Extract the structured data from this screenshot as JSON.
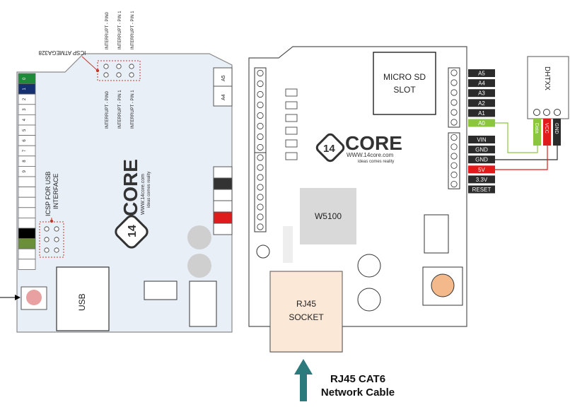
{
  "left_board": {
    "pin_numbers": [
      "0",
      "1",
      "2",
      "3",
      "4",
      "5",
      "6",
      "7",
      "8",
      "9"
    ],
    "pin_colors": {
      "pin0": "#1e8a3a",
      "pin1": "#14306e",
      "black": "#000000",
      "olive": "#6b8e3a"
    },
    "icsp_atmega_label": "ICSP ATMEGA328",
    "interrupt_top": [
      "INTERRUPT - PIN0",
      "INTERRUPT - PIN 1",
      "INTERRUPT - PIN 1"
    ],
    "interrupt_bottom": [
      "INTERRUPT - PIN0",
      "INTERRUPT - PIN 1",
      "INTERRUPT - PIN 1"
    ],
    "analog_labels": [
      "A5",
      "A4"
    ],
    "icsp_usb_label_line1": "ICSP FOR USB",
    "icsp_usb_label_line2": "INTERFACE",
    "usb_label": "USB",
    "board_color": "#e8eff7"
  },
  "logo": {
    "number": "14",
    "brand": "CORE",
    "url": "WWW.14core.com",
    "tagline": "ideas comes reality"
  },
  "shield": {
    "micro_sd_line1": "MICRO SD",
    "micro_sd_line2": "SLOT",
    "w5100_label": "W5100",
    "rj45_line1": "RJ45",
    "rj45_line2": "SOCKET",
    "rj45_color": "#fbe8d6",
    "w5100_color": "#d9d9d9",
    "button_color": "#f4b98a"
  },
  "analog_pins": [
    "A5",
    "A4",
    "A3",
    "A2",
    "A1",
    "A0"
  ],
  "power_pins": [
    "VIN",
    "GND",
    "GND",
    "5V",
    "3.3V",
    "RESET"
  ],
  "pin_label_colors": {
    "default": "#2b2b2b",
    "a0": "#8cc63f",
    "v5": "#e01b1b"
  },
  "sensor": {
    "name": "DHTXX",
    "pins": [
      "Data",
      "VCC",
      "GND"
    ],
    "pin_colors": [
      "#8cc63f",
      "#e01b1b",
      "#2b2b2b"
    ]
  },
  "cable": {
    "line1": "RJ45 CAT6",
    "line2": "Network Cable",
    "arrow_color": "#2c7a7b"
  }
}
